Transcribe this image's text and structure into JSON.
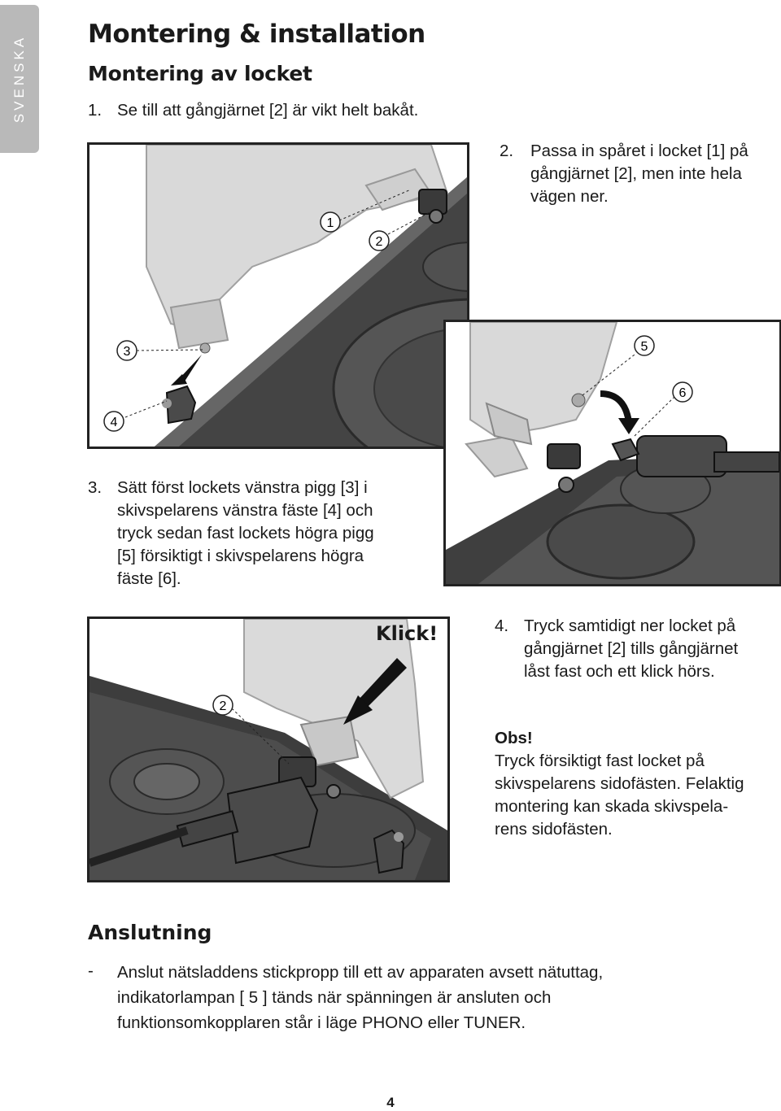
{
  "side_tab": {
    "label": "SVENSKA"
  },
  "title": "Montering & installation",
  "subtitle": "Montering av locket",
  "steps": [
    {
      "num": "1.",
      "text": "Se till att gångjärnet [2] är vikt helt bakåt."
    },
    {
      "num": "2.",
      "lines": [
        "Passa in spåret i locket [1] på",
        "gångjärnet [2], men inte hela",
        "vägen ner."
      ]
    },
    {
      "num": "3.",
      "lines": [
        "Sätt först lockets vänstra pigg [3] i",
        "skivspelarens vänstra fäste [4] och",
        "tryck sedan fast lockets högra pigg",
        "[5] försiktigt i skivspelarens högra",
        "fäste [6]."
      ]
    },
    {
      "num": "4.",
      "lines": [
        "Tryck samtidigt ner locket på",
        "gångjärnet [2] tills gångjärnet",
        "låst fast och ett klick hörs."
      ]
    }
  ],
  "note": {
    "heading": "Obs!",
    "lines": [
      "Tryck försiktigt fast locket på",
      "skivspelarens sidofästen. Felaktig",
      "montering kan skada skivspela-",
      "rens sidofästen."
    ]
  },
  "figures": {
    "fig1": {
      "callouts": [
        "1",
        "2",
        "3",
        "4"
      ]
    },
    "fig2": {
      "callouts": [
        "5",
        "6"
      ]
    },
    "fig3": {
      "callouts": [
        "2"
      ],
      "klick": "Klick!"
    }
  },
  "section2": {
    "heading": "Anslutning",
    "bullet": "-",
    "lines": [
      "Anslut nätsladdens stickpropp till ett av apparaten avsett nätuttag,",
      "indikatorlampan [ 5 ] tänds när spänningen är ansluten och",
      "funktionsomkopplaren står i läge PHONO eller TUNER."
    ]
  },
  "page_number": "4",
  "colors": {
    "tab": "#b9b9b9",
    "dark": "#3a3a3a",
    "lid": "#d9d9d9"
  }
}
